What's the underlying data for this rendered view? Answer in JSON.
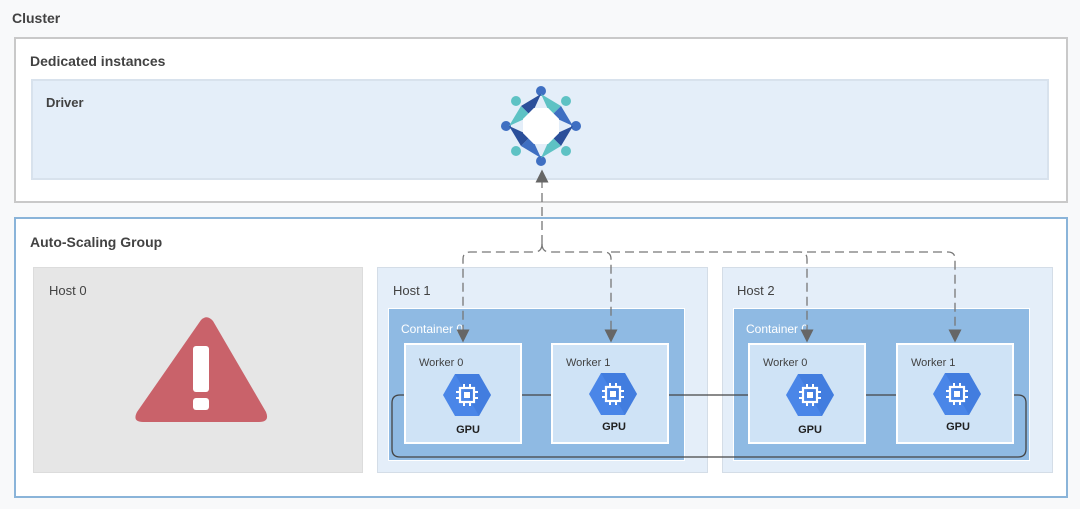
{
  "cluster": {
    "title": "Cluster"
  },
  "dedicated": {
    "title": "Dedicated instances",
    "driver": {
      "label": "Driver",
      "logo": "kubeflow-logo"
    }
  },
  "asg": {
    "title": "Auto-Scaling Group",
    "hosts": [
      {
        "label": "Host 0",
        "status": "failed",
        "icon": "warning-icon"
      },
      {
        "label": "Host 1",
        "container": "Container 0",
        "workers": [
          {
            "label": "Worker 0",
            "chip": "GPU"
          },
          {
            "label": "Worker 1",
            "chip": "GPU"
          }
        ]
      },
      {
        "label": "Host 2",
        "container": "Container 0",
        "workers": [
          {
            "label": "Worker 0",
            "chip": "GPU"
          },
          {
            "label": "Worker 1",
            "chip": "GPU"
          }
        ]
      }
    ]
  },
  "colors": {
    "outer_border": "#c9c9c9",
    "asg_border": "#8ab4d9",
    "panel_fill": "#e4eef9",
    "host_fill": "#e6e6e6",
    "container_fill": "#8fbae3",
    "worker_fill": "#cfe3f6",
    "gpu_blue": "#4a86e8",
    "warning_red": "#c9626a"
  }
}
